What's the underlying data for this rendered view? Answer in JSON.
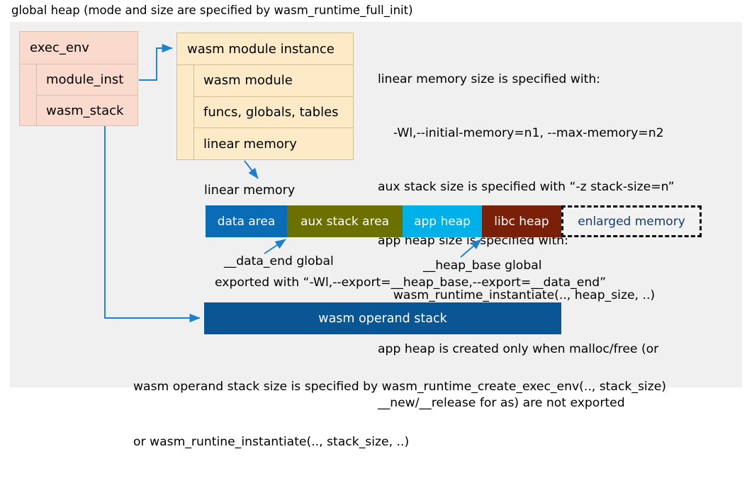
{
  "title": "global heap (mode and size are specified by wasm_runtime_full_init)",
  "colors": {
    "panel_bg": "#f0f0f0",
    "exec_env_fill": "#fadacd",
    "module_fill": "#fdeac7",
    "data_area": "#0a6cb5",
    "aux_stack_area": "#6b7000",
    "app_heap": "#00b0e8",
    "libc_heap": "#7a2008",
    "enlarged_memory_text": "#123c73",
    "operand_stack": "#0a5694",
    "arrow": "#1b7fd4"
  },
  "exec_env": {
    "header": "exec_env",
    "rows": [
      "module_inst",
      "wasm_stack"
    ]
  },
  "wasm_module_instance": {
    "header": "wasm module instance",
    "rows": [
      "wasm module",
      "funcs, globals, tables",
      "linear memory"
    ]
  },
  "notes": [
    "linear memory size is specified with:",
    "    -Wl,--initial-memory=n1, --max-memory=n2",
    "aux stack size is specified with “-z stack-size=n”",
    "app heap size is specified with:",
    "    wasm_runtime_instantiate(.., heap_size, ..)",
    "app heap is created only when malloc/free (or",
    "__new/__release for as) are not exported"
  ],
  "linear_memory": {
    "label": "linear memory",
    "segments": [
      {
        "label": "data area",
        "color": "#0a6cb5",
        "width": 115
      },
      {
        "label": "aux stack area",
        "color": "#6b7000",
        "width": 163
      },
      {
        "label": "app heap",
        "color": "#00b0e8",
        "width": 112
      },
      {
        "label": "libc heap",
        "color": "#7a2008",
        "width": 112
      },
      {
        "label": "enlarged memory",
        "color": "#f2f2f2",
        "width": 198,
        "dashed": true
      }
    ]
  },
  "annotations": {
    "data_end": "__data_end global",
    "heap_base": "__heap_base global",
    "exported": "exported with “-Wl,--export=__heap_base,--export=__data_end”"
  },
  "operand_stack": {
    "label": "wasm operand stack"
  },
  "bottom_text": [
    "wasm operand stack size is specified by wasm_runtime_create_exec_env(.., stack_size)",
    "or wasm_runtine_instantiate(.., stack_size, ..)"
  ]
}
